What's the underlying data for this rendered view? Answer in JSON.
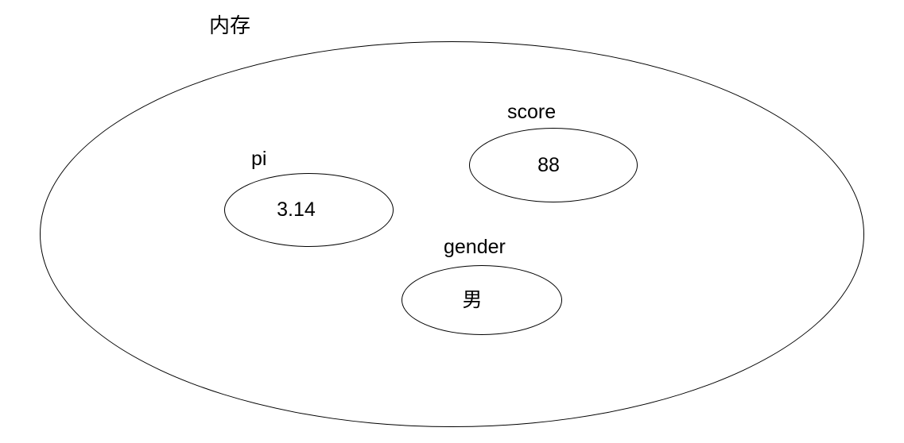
{
  "diagram": {
    "title": "内存",
    "variables": [
      {
        "name": "pi",
        "value": "3.14"
      },
      {
        "name": "score",
        "value": "88"
      },
      {
        "name": "gender",
        "value": "男"
      }
    ]
  }
}
